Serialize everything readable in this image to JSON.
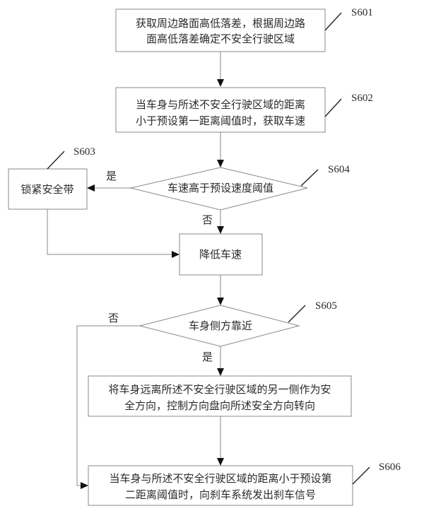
{
  "steps": {
    "s601": {
      "id": "S601",
      "lines": [
        "获取周边路面高低落差，根据周边路",
        "面高低落差确定不安全行驶区域"
      ]
    },
    "s602": {
      "id": "S602",
      "lines": [
        "当车身与所述不安全行驶区域的距离",
        "小于预设第一距离阈值时，获取车速"
      ]
    },
    "s603": {
      "id": "S603",
      "lines": [
        "锁紧安全带"
      ]
    },
    "s604": {
      "id": "S604",
      "lines": [
        "车速高于预设速度阈值"
      ]
    },
    "reduce": {
      "lines": [
        "降低车速"
      ]
    },
    "s605": {
      "id": "S605",
      "lines": [
        "车身侧方靠近"
      ]
    },
    "steer": {
      "lines": [
        "将车身远离所述不安全行驶区域的另一侧作为安",
        "全方向，控制方向盘向所述安全方向转向"
      ]
    },
    "s606": {
      "id": "S606",
      "lines": [
        "当车身与所述不安全行驶区域的距离小于预设第",
        "二距离阈值时，向刹车系统发出刹车信号"
      ]
    }
  },
  "edge_labels": {
    "s604_yes": "是",
    "s604_no": "否",
    "s605_no": "否",
    "s605_yes": "是"
  }
}
